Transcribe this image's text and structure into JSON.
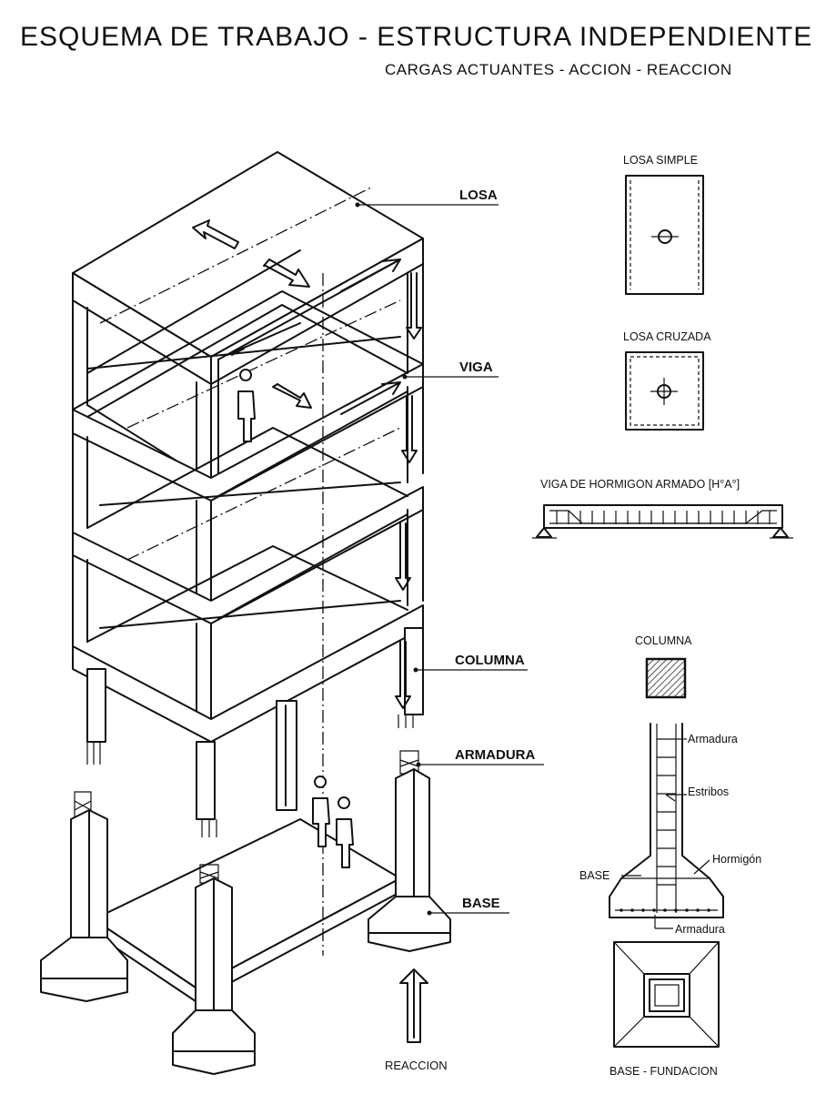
{
  "title": "ESQUEMA DE TRABAJO - ESTRUCTURA INDEPENDIENTE",
  "subtitle": "CARGAS ACTUANTES - ACCION - REACCION",
  "labels": {
    "losa": "LOSA",
    "viga": "VIGA",
    "columna": "COLUMNA",
    "armadura": "ARMADURA",
    "base": "BASE",
    "reaccion": "REACCION"
  },
  "details": {
    "losa_simple": "LOSA SIMPLE",
    "losa_cruzada": "LOSA CRUZADA",
    "viga_hormigon": "VIGA DE HORMIGON ARMADO [H°A°]",
    "columna": "COLUMNA",
    "base_fundacion": "BASE - FUNDACION"
  },
  "footing_labels": {
    "armadura_top": "Armadura",
    "estribos": "Estribos",
    "hormigon": "Hormigón",
    "base": "BASE",
    "armadura_bottom": "Armadura"
  }
}
